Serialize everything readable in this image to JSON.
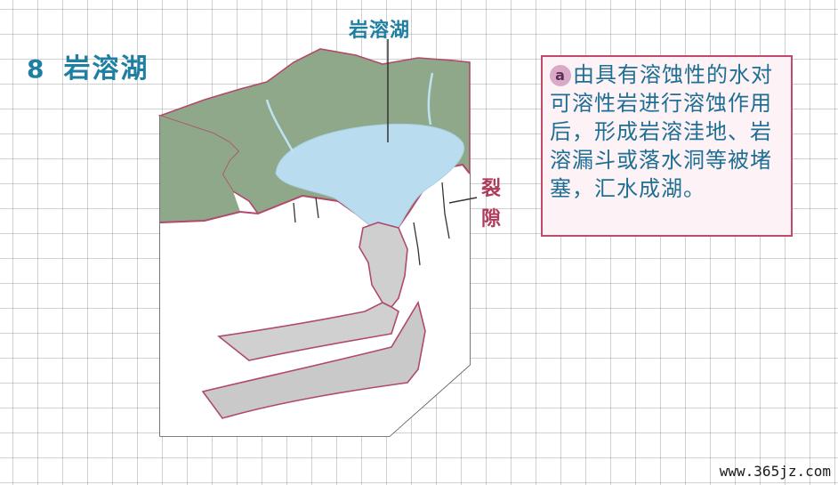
{
  "title": {
    "number": "8",
    "text": "岩溶湖"
  },
  "labels": {
    "lake": "岩溶湖",
    "fissure": "裂隙"
  },
  "note": {
    "badge": "a",
    "text": "由具有溶蚀性的水对可溶性岩进行溶蚀作用后，形成岩溶洼地、岩溶漏斗或落水洞等被堵塞，汇水成湖。"
  },
  "watermark": "www.365jz.com",
  "colors": {
    "title": "#1f7fa3",
    "fissure_label": "#b03a5b",
    "box_border": "#c04a6a",
    "vegetation": "#8fa88a",
    "lake": "#b9dcee",
    "cave": "#c9c9c9",
    "outline": "#b04a68"
  }
}
